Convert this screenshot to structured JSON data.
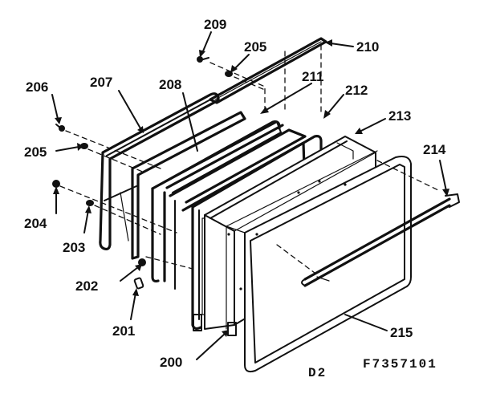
{
  "diagram": {
    "labels": {
      "l200": "200",
      "l201": "201",
      "l202": "202",
      "l203": "203",
      "l204": "204",
      "l205a": "205",
      "l205b": "205",
      "l206": "206",
      "l207": "207",
      "l208": "208",
      "l209": "209",
      "l210": "210",
      "l211": "211",
      "l212": "212",
      "l213": "213",
      "l214": "214",
      "l215": "215"
    },
    "footer": {
      "section": "D2",
      "figure_code": "F7357101"
    }
  }
}
